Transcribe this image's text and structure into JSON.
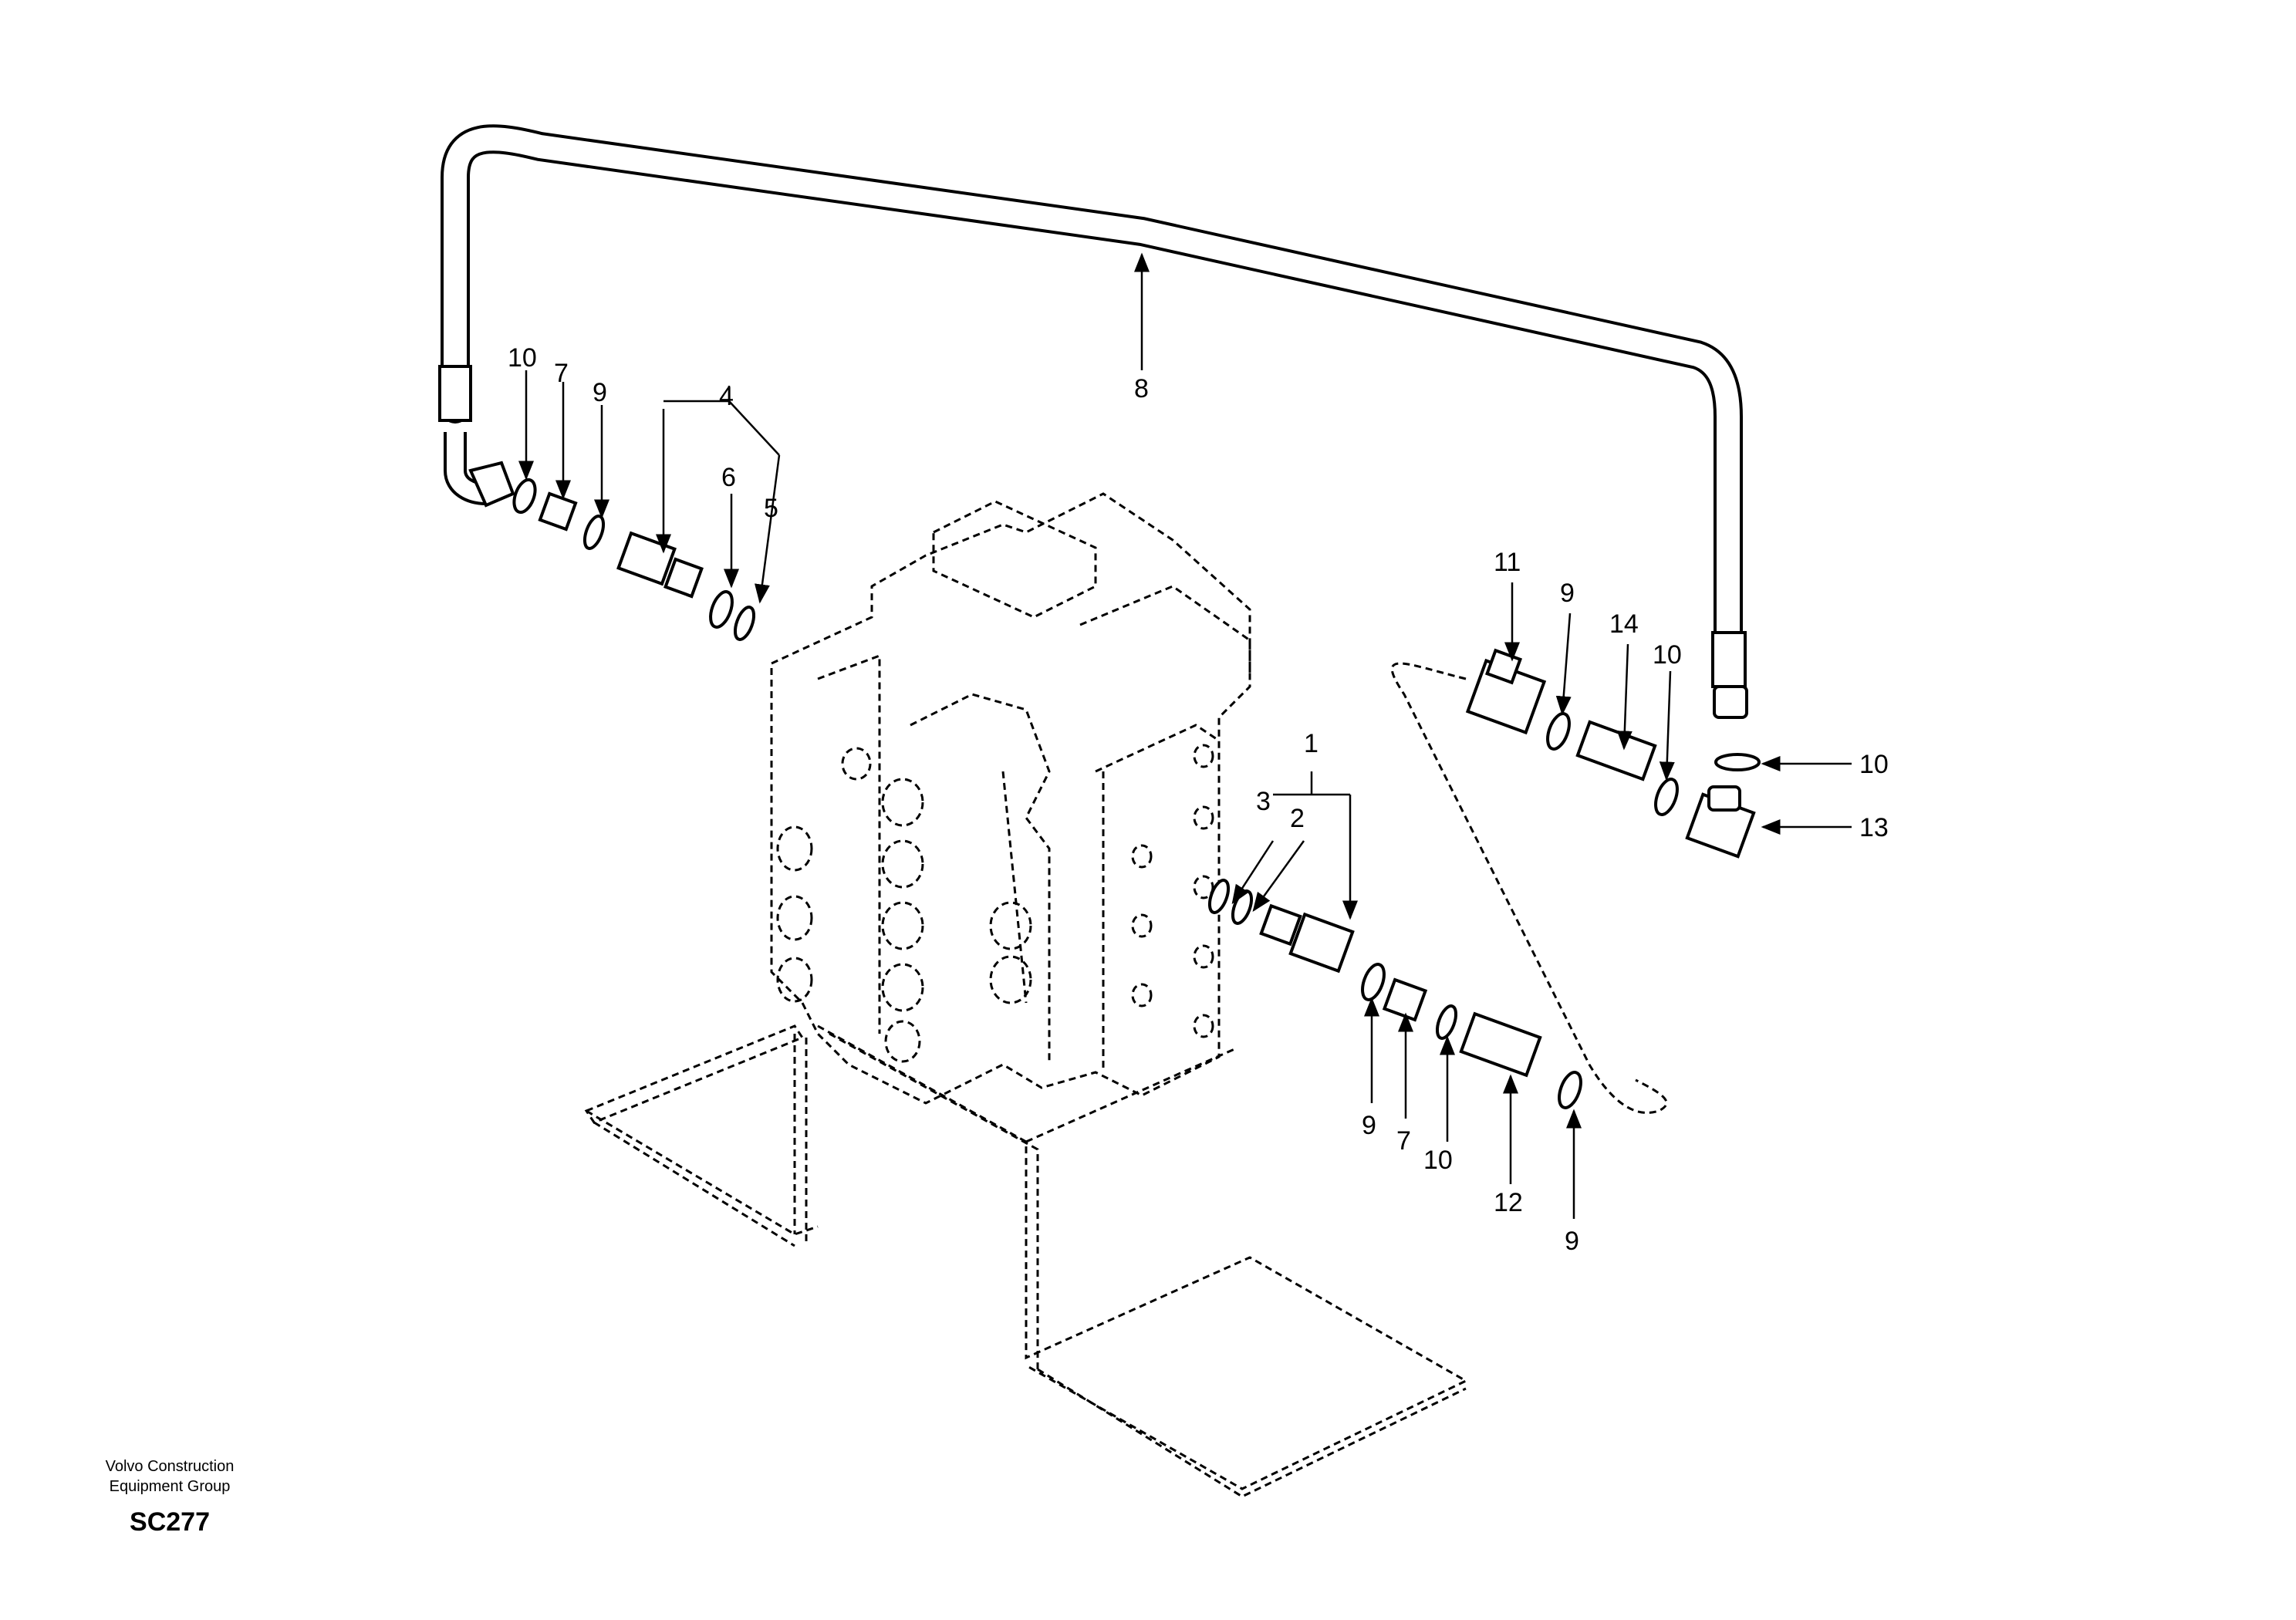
{
  "callouts": {
    "p1": "1",
    "p2": "2",
    "p3": "3",
    "p4": "4",
    "p5": "5",
    "p6": "6",
    "p7a": "7",
    "p7b": "7",
    "p8": "8",
    "p9a": "9",
    "p9b": "9",
    "p9c": "9",
    "p9d": "9",
    "p10a": "10",
    "p10b": "10",
    "p10c": "10",
    "p10d": "10",
    "p11": "11",
    "p12": "12",
    "p13": "13",
    "p14": "14"
  },
  "footer": {
    "org_line1": "Volvo Construction",
    "org_line2": "Equipment Group",
    "code": "SC277"
  }
}
